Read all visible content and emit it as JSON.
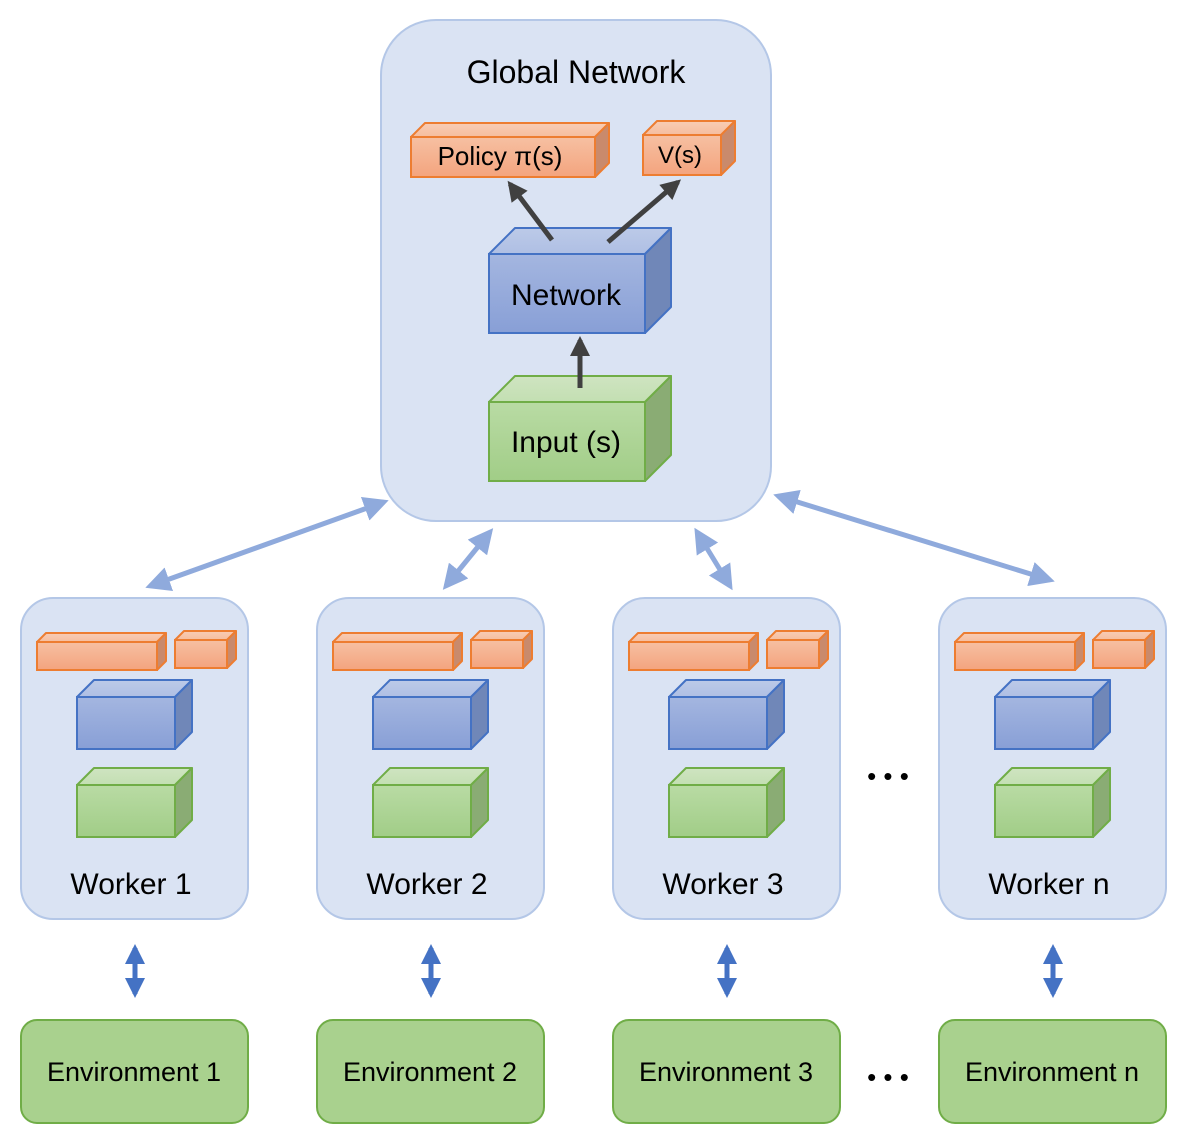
{
  "global": {
    "title": "Global Network",
    "policy_label": "Policy π(s)",
    "value_label": "V(s)",
    "network_label": "Network",
    "input_label": "Input (s)"
  },
  "workers": [
    {
      "label": "Worker 1"
    },
    {
      "label": "Worker 2"
    },
    {
      "label": "Worker 3"
    },
    {
      "label": "Worker n"
    }
  ],
  "environments": [
    {
      "label": "Environment 1"
    },
    {
      "label": "Environment 2"
    },
    {
      "label": "Environment 3"
    },
    {
      "label": "Environment n"
    }
  ],
  "ellipsis": "• • •",
  "colors": {
    "panel_fill": "#dae3f3",
    "panel_stroke": "#b4c7e7",
    "orange_fill": "#f4b183",
    "orange_stroke": "#ed7d31",
    "blue_fill": "#8faadc",
    "blue_stroke": "#4472c4",
    "green_fill": "#a9d18e",
    "green_stroke": "#70ad47",
    "sync_arrow": "#8faadc",
    "env_arrow": "#4472c4",
    "inner_arrow": "#404040"
  }
}
